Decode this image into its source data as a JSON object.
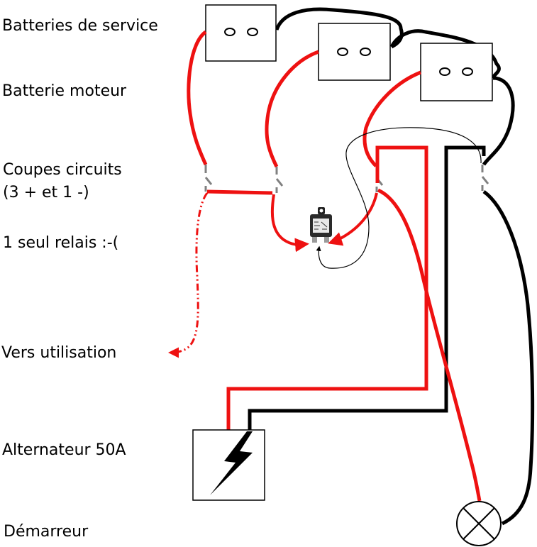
{
  "labels": {
    "service_batteries": "Batteries de service",
    "engine_battery": "Batterie moteur",
    "breakers_line1": "Coupes circuits",
    "breakers_line2": "(3 + et 1 -)",
    "relay": "1 seul relais :-(",
    "usage": "Vers utilisation",
    "alternator": "Alternateur 50A",
    "starter": "Démarreur"
  },
  "colors": {
    "positive": "#ee1111",
    "negative": "#000000",
    "switch": "#808080"
  },
  "icons": {
    "battery": "battery-icon",
    "relay": "relay-icon",
    "alternator": "lightning-bolt-icon",
    "starter": "lamp-cross-icon"
  }
}
